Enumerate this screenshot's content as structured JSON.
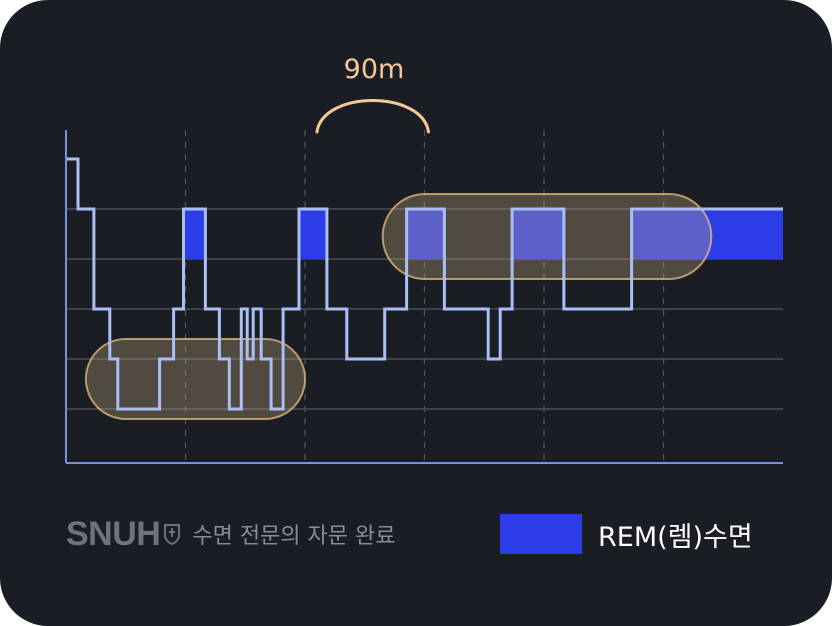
{
  "annotation": {
    "duration_label": "90m"
  },
  "footer": {
    "logo_text": "SNUH",
    "logo_icon": "snuh-emblem-icon",
    "caption": "수면 전문의 자문 완료"
  },
  "legend": {
    "label": "REM(렘)수면",
    "color": "#2b3de6"
  },
  "colors": {
    "background": "#1b1d25",
    "line": "#a9bff5",
    "rem_fill": "#2b3de6",
    "highlight": "#f3c995"
  },
  "chart_data": {
    "type": "line",
    "step": true,
    "x_unit": "minutes",
    "xlim": [
      0,
      360
    ],
    "stage_levels": 6,
    "grid": "horizontal lines at stages 1-5; dashed vertical lines every 60 minutes",
    "series": [
      {
        "name": "REM(렘)수면",
        "points": [
          [
            0,
            0
          ],
          [
            6,
            0
          ],
          [
            6,
            1
          ],
          [
            14,
            1
          ],
          [
            14,
            3
          ],
          [
            22,
            3
          ],
          [
            22,
            4
          ],
          [
            26,
            4
          ],
          [
            26,
            5
          ],
          [
            47,
            5
          ],
          [
            47,
            4
          ],
          [
            54,
            4
          ],
          [
            54,
            3
          ],
          [
            59,
            3
          ],
          [
            59,
            1
          ],
          [
            70,
            1
          ],
          [
            70,
            3
          ],
          [
            77,
            3
          ],
          [
            77,
            4
          ],
          [
            82,
            4
          ],
          [
            82,
            5
          ],
          [
            88,
            5
          ],
          [
            88,
            3
          ],
          [
            91,
            3
          ],
          [
            91,
            4
          ],
          [
            94,
            4
          ],
          [
            94,
            3
          ],
          [
            98,
            3
          ],
          [
            98,
            4
          ],
          [
            103,
            4
          ],
          [
            103,
            5
          ],
          [
            109,
            5
          ],
          [
            109,
            3
          ],
          [
            117,
            3
          ],
          [
            117,
            1
          ],
          [
            131,
            1
          ],
          [
            131,
            3
          ],
          [
            141,
            3
          ],
          [
            141,
            4
          ],
          [
            160,
            4
          ],
          [
            160,
            3
          ],
          [
            171,
            3
          ],
          [
            171,
            1
          ],
          [
            190,
            1
          ],
          [
            190,
            3
          ],
          [
            212,
            3
          ],
          [
            212,
            4
          ],
          [
            218,
            4
          ],
          [
            218,
            3
          ],
          [
            224,
            3
          ],
          [
            224,
            1
          ],
          [
            250,
            1
          ],
          [
            250,
            3
          ],
          [
            284,
            3
          ],
          [
            284,
            1
          ],
          [
            360,
            1
          ]
        ]
      }
    ],
    "rem_periods": [
      [
        59,
        70
      ],
      [
        117,
        131
      ],
      [
        171,
        190
      ],
      [
        224,
        250
      ],
      [
        284,
        360
      ]
    ],
    "highlighted_regions": [
      {
        "x": [
          10,
          120
        ],
        "stage_range": [
          3.6,
          5.2
        ]
      },
      {
        "x": [
          159,
          324
        ],
        "stage_range": [
          0.7,
          2.4
        ]
      }
    ],
    "cycle_bracket": {
      "x": [
        126,
        182
      ],
      "label": "90m"
    }
  }
}
